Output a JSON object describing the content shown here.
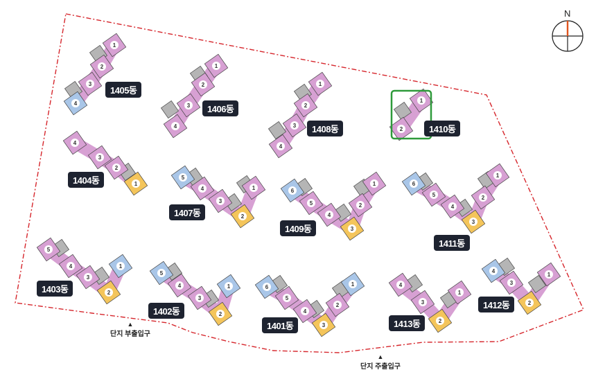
{
  "north_label": "N",
  "buildings": [
    {
      "label": "1405동",
      "units": [
        {
          "n": "1",
          "c": "pink"
        },
        {
          "n": "2",
          "c": "pink"
        },
        {
          "n": "3",
          "c": "pink"
        },
        {
          "n": "4",
          "c": "blue"
        }
      ]
    },
    {
      "label": "1406동",
      "units": [
        {
          "n": "1",
          "c": "pink"
        },
        {
          "n": "2",
          "c": "pink"
        },
        {
          "n": "3",
          "c": "pink"
        },
        {
          "n": "4",
          "c": "pink"
        }
      ]
    },
    {
      "label": "1408동",
      "units": [
        {
          "n": "1",
          "c": "pink"
        },
        {
          "n": "2",
          "c": "pink"
        },
        {
          "n": "3",
          "c": "pink"
        },
        {
          "n": "4",
          "c": "pink"
        }
      ]
    },
    {
      "label": "1410동",
      "units": [
        {
          "n": "1",
          "c": "pink"
        },
        {
          "n": "2",
          "c": "pink"
        }
      ]
    },
    {
      "label": "1404동",
      "units": [
        {
          "n": "4",
          "c": "pink"
        },
        {
          "n": "3",
          "c": "pink"
        },
        {
          "n": "2",
          "c": "pink"
        },
        {
          "n": "1",
          "c": "yellow"
        }
      ]
    },
    {
      "label": "1407동",
      "units": [
        {
          "n": "5",
          "c": "blue"
        },
        {
          "n": "4",
          "c": "pink"
        },
        {
          "n": "3",
          "c": "pink"
        },
        {
          "n": "2",
          "c": "yellow"
        },
        {
          "n": "1",
          "c": "pink"
        }
      ]
    },
    {
      "label": "1409동",
      "units": [
        {
          "n": "6",
          "c": "blue"
        },
        {
          "n": "5",
          "c": "pink"
        },
        {
          "n": "4",
          "c": "pink"
        },
        {
          "n": "3",
          "c": "yellow"
        },
        {
          "n": "2",
          "c": "pink"
        },
        {
          "n": "1",
          "c": "pink"
        }
      ]
    },
    {
      "label": "1411동",
      "units": [
        {
          "n": "6",
          "c": "blue"
        },
        {
          "n": "5",
          "c": "pink"
        },
        {
          "n": "4",
          "c": "pink"
        },
        {
          "n": "3",
          "c": "yellow"
        },
        {
          "n": "2",
          "c": "pink"
        },
        {
          "n": "1",
          "c": "pink"
        }
      ]
    },
    {
      "label": "1403동",
      "units": [
        {
          "n": "5",
          "c": "pink"
        },
        {
          "n": "4",
          "c": "pink"
        },
        {
          "n": "3",
          "c": "pink"
        },
        {
          "n": "2",
          "c": "yellow"
        },
        {
          "n": "1",
          "c": "blue"
        }
      ]
    },
    {
      "label": "1402동",
      "units": [
        {
          "n": "5",
          "c": "blue"
        },
        {
          "n": "4",
          "c": "pink"
        },
        {
          "n": "3",
          "c": "pink"
        },
        {
          "n": "2",
          "c": "yellow"
        },
        {
          "n": "1",
          "c": "blue"
        }
      ]
    },
    {
      "label": "1401동",
      "units": [
        {
          "n": "6",
          "c": "blue"
        },
        {
          "n": "5",
          "c": "pink"
        },
        {
          "n": "4",
          "c": "pink"
        },
        {
          "n": "3",
          "c": "yellow"
        },
        {
          "n": "2",
          "c": "pink"
        },
        {
          "n": "1",
          "c": "blue"
        }
      ]
    },
    {
      "label": "1413동",
      "units": [
        {
          "n": "4",
          "c": "pink"
        },
        {
          "n": "3",
          "c": "pink"
        },
        {
          "n": "2",
          "c": "yellow"
        },
        {
          "n": "1",
          "c": "pink"
        }
      ]
    },
    {
      "label": "1412동",
      "units": [
        {
          "n": "4",
          "c": "blue"
        },
        {
          "n": "3",
          "c": "pink"
        },
        {
          "n": "2",
          "c": "yellow"
        },
        {
          "n": "1",
          "c": "pink"
        }
      ]
    }
  ],
  "entrances": [
    {
      "label": "단지 부출입구"
    },
    {
      "label": "단지 주출입구"
    }
  ],
  "colors": {
    "pink": "#d7a0d3",
    "blue": "#a9c6e8",
    "yellow": "#f4c55b",
    "core": "#b5b5b5",
    "boundary": "#d6262c",
    "highlight_green": "#2e9a3a",
    "highlight_purple": "#6a3596"
  }
}
